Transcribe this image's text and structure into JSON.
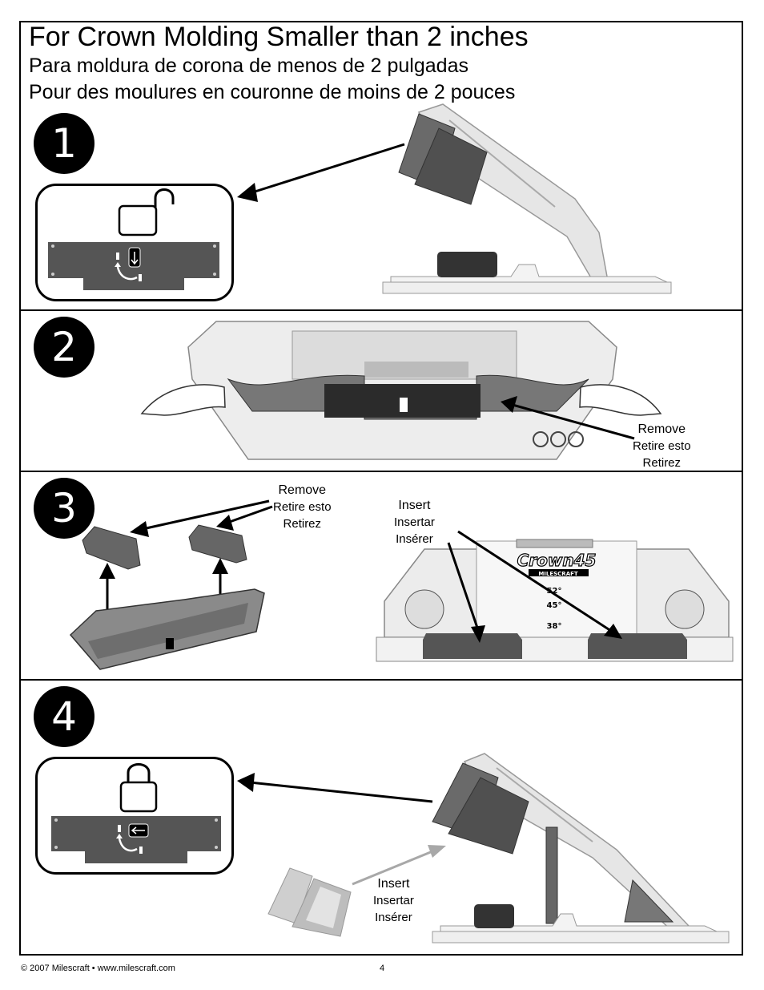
{
  "header": {
    "title_en": "For Crown Molding Smaller than 2 inches",
    "title_es": "Para moldura de corona de menos de 2 pulgadas",
    "title_fr": "Pour des moulures en couronne de moins de 2 pouces"
  },
  "steps": [
    {
      "number": "1"
    },
    {
      "number": "2",
      "caption": {
        "en": "Remove",
        "es": "Retire esto",
        "fr": "Retirez"
      }
    },
    {
      "number": "3",
      "remove_caption": {
        "en": "Remove",
        "es": "Retire esto",
        "fr": "Retirez"
      },
      "insert_caption": {
        "en": "Insert",
        "es": "Insertar",
        "fr": "Insérer"
      },
      "jig_brand": "Crown45",
      "jig_sub": "MILESCRAFT",
      "angles": [
        "52°",
        "45°",
        "38°"
      ]
    },
    {
      "number": "4",
      "caption": {
        "en": "Insert",
        "es": "Insertar",
        "fr": "Insérer"
      }
    }
  ],
  "icons": [
    "unlocked-padlock-icon",
    "locked-padlock-icon",
    "rotate-arrow-icon",
    "arrow-icon"
  ],
  "colors": {
    "dark_part": "#555555",
    "light_part": "#e6e6e6",
    "insert_grey": "#a8a8a8"
  },
  "footer": {
    "copyright": "© 2007 Milescraft • www.milescraft.com",
    "page_number": "4"
  }
}
